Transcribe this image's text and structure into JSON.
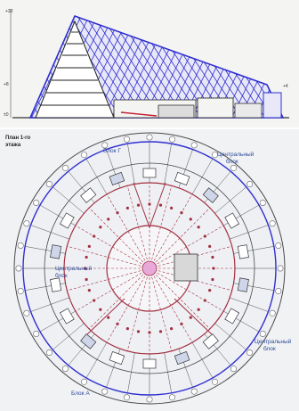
{
  "section": {
    "elevation_marks": [
      "+32",
      "+8",
      "±0",
      "+4"
    ]
  },
  "plan": {
    "title_line1": "План 1-го",
    "title_line2": "этажа",
    "labels": {
      "block_g": "Блок Г",
      "central_top_line1": "Центральный",
      "central_top_line2": "блок",
      "central_left_line1": "Центральный",
      "central_left_line2": "блок",
      "central_right_line1": "Центральный",
      "central_right_line2": "блок",
      "block_a": "Блок А"
    }
  },
  "colors": {
    "roof_blue": "#2f2fd0",
    "plan_red": "#a33040",
    "plan_line": "#4a4a4a",
    "label_blue": "#2a4a9a"
  }
}
